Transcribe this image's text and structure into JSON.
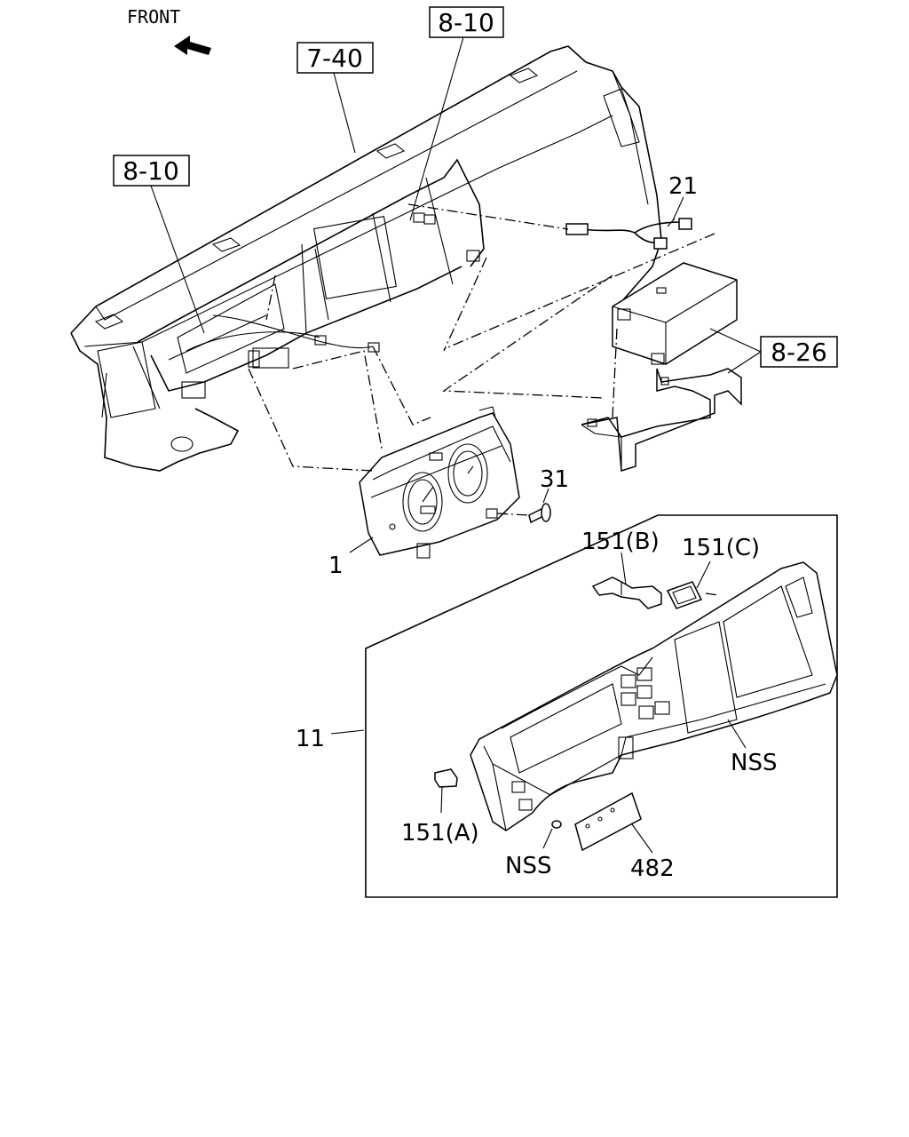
{
  "header": {
    "front_label": "FRONT",
    "front_arrow_icon": "front-arrow-icon"
  },
  "refs": {
    "ref_7_40": "7-40",
    "ref_8_10_top": "8-10",
    "ref_8_10_left": "8-10",
    "ref_8_26": "8-26"
  },
  "callouts": {
    "c21": "21",
    "c31": "31",
    "c1": "1",
    "c11": "11",
    "c151b": "151(B)",
    "c151c": "151(C)",
    "c151a": "151(A)",
    "nss_right": "NSS",
    "nss_bottom": "NSS",
    "c482": "482"
  }
}
